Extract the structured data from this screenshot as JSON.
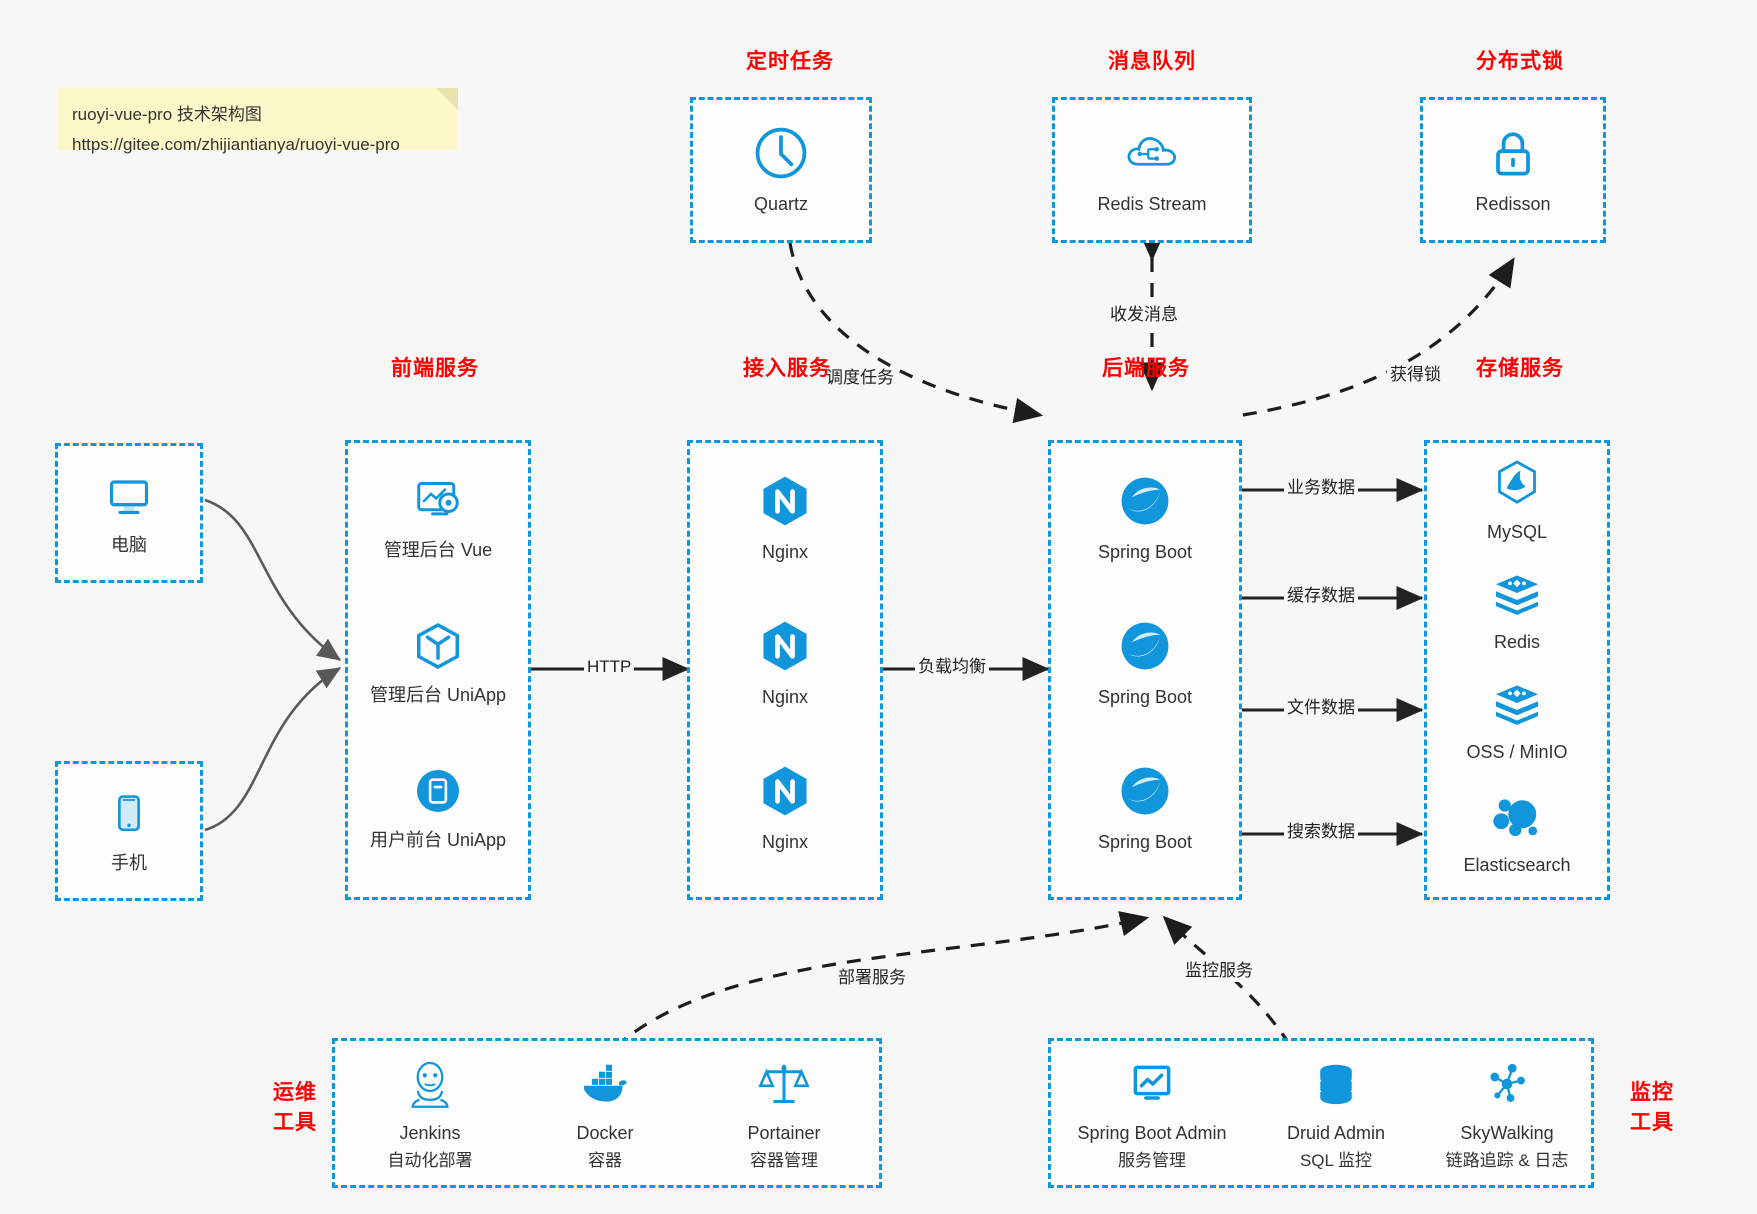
{
  "note": {
    "line1": "ruoyi-vue-pro 技术架构图",
    "line2": "https://gitee.com/zhijiantianya/ruoyi-vue-pro"
  },
  "colors": {
    "accent_blue": "#1296db",
    "group_label_red": "#ff0000",
    "background": "#f7f7f7",
    "note_yellow": "#fcf7c8",
    "arrow_dark": "#222222",
    "curve_gray": "#595959"
  },
  "groups": {
    "scheduled_task": {
      "label": "定时任务",
      "items": [
        {
          "name": "Quartz",
          "icon": "clock-icon"
        }
      ]
    },
    "message_queue": {
      "label": "消息队列",
      "items": [
        {
          "name": "Redis Stream",
          "icon": "cloud-stream-icon"
        }
      ]
    },
    "distributed_lock": {
      "label": "分布式锁",
      "items": [
        {
          "name": "Redisson",
          "icon": "lock-icon"
        }
      ]
    },
    "clients": {
      "items": [
        {
          "name": "电脑",
          "icon": "desktop-icon"
        },
        {
          "name": "手机",
          "icon": "mobile-icon"
        }
      ]
    },
    "frontend": {
      "label": "前端服务",
      "items": [
        {
          "name": "管理后台 Vue",
          "icon": "dashboard-gear-icon"
        },
        {
          "name": "管理后台 UniApp",
          "icon": "cube-icon"
        },
        {
          "name": "用户前台 UniApp",
          "icon": "app-window-icon"
        }
      ]
    },
    "gateway": {
      "label": "接入服务",
      "items": [
        {
          "name": "Nginx",
          "icon": "nginx-icon"
        },
        {
          "name": "Nginx",
          "icon": "nginx-icon"
        },
        {
          "name": "Nginx",
          "icon": "nginx-icon"
        }
      ]
    },
    "backend": {
      "label": "后端服务",
      "items": [
        {
          "name": "Spring Boot",
          "icon": "spring-boot-icon"
        },
        {
          "name": "Spring Boot",
          "icon": "spring-boot-icon"
        },
        {
          "name": "Spring Boot",
          "icon": "spring-boot-icon"
        }
      ]
    },
    "storage": {
      "label": "存储服务",
      "items": [
        {
          "name": "MySQL",
          "icon": "mysql-icon"
        },
        {
          "name": "Redis",
          "icon": "redis-icon"
        },
        {
          "name": "OSS / MinIO",
          "icon": "oss-icon"
        },
        {
          "name": "Elasticsearch",
          "icon": "elasticsearch-icon"
        }
      ]
    },
    "devops": {
      "label": "运维\n工具",
      "label_line1": "运维",
      "label_line2": "工具",
      "items": [
        {
          "name": "Jenkins",
          "desc": "自动化部署",
          "icon": "jenkins-icon"
        },
        {
          "name": "Docker",
          "desc": "容器",
          "icon": "docker-icon"
        },
        {
          "name": "Portainer",
          "desc": "容器管理",
          "icon": "scales-icon"
        }
      ]
    },
    "monitor": {
      "label_line1": "监控",
      "label_line2": "工具",
      "items": [
        {
          "name": "Spring Boot Admin",
          "desc": "服务管理",
          "icon": "monitor-chart-icon"
        },
        {
          "name": "Druid Admin",
          "desc": "SQL 监控",
          "icon": "database-icon"
        },
        {
          "name": "SkyWalking",
          "desc": "链路追踪 & 日志",
          "icon": "skywalking-icon"
        }
      ]
    }
  },
  "edges": [
    {
      "id": "http",
      "label": "HTTP",
      "from": "frontend",
      "to": "gateway"
    },
    {
      "id": "lb",
      "label": "负载均衡",
      "from": "gateway",
      "to": "backend"
    },
    {
      "id": "biz-data",
      "label": "业务数据",
      "from": "backend",
      "to": "MySQL"
    },
    {
      "id": "cache-data",
      "label": "缓存数据",
      "from": "backend",
      "to": "Redis"
    },
    {
      "id": "file-data",
      "label": "文件数据",
      "from": "backend",
      "to": "OSS / MinIO"
    },
    {
      "id": "search-data",
      "label": "搜索数据",
      "from": "backend",
      "to": "Elasticsearch"
    },
    {
      "id": "schedule",
      "label": "调度任务",
      "from": "Quartz",
      "to": "backend"
    },
    {
      "id": "mq",
      "label": "收发消息",
      "from": "Redis Stream",
      "to": "backend"
    },
    {
      "id": "lock",
      "label": "获得锁",
      "from": "backend",
      "to": "Redisson"
    },
    {
      "id": "deploy",
      "label": "部署服务",
      "from": "devops",
      "to": "backend"
    },
    {
      "id": "observe",
      "label": "监控服务",
      "from": "monitor",
      "to": "backend"
    }
  ]
}
